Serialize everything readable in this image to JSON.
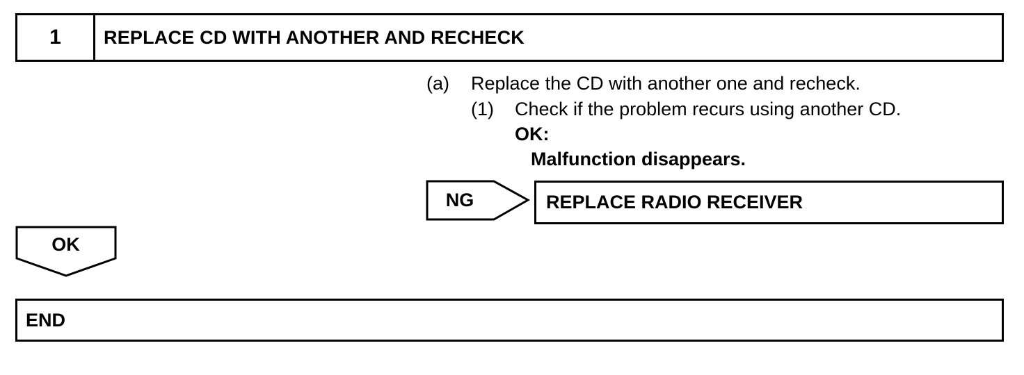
{
  "step": {
    "number": "1",
    "title": "REPLACE CD WITH ANOTHER AND RECHECK"
  },
  "instructions": {
    "a_marker": "(a)",
    "a_text": "Replace the CD with another one and recheck.",
    "one_marker": "(1)",
    "one_text": "Check if the problem recurs using another CD.",
    "ok_label": "OK:",
    "ok_result": "Malfunction disappears."
  },
  "ng_branch": {
    "label": "NG",
    "action": "REPLACE RADIO RECEIVER"
  },
  "ok_branch": {
    "label": "OK"
  },
  "end": {
    "label": "END"
  }
}
